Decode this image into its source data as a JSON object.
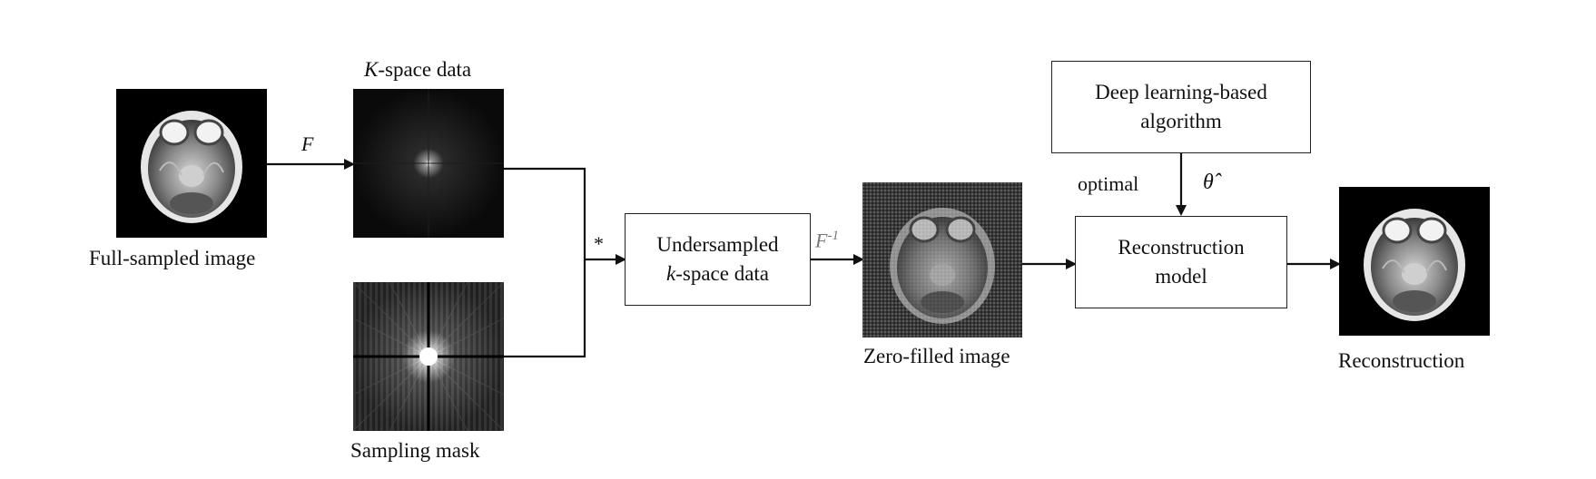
{
  "nodes": {
    "full_sampled": {
      "caption": "Full-sampled image"
    },
    "kspace": {
      "caption_symbol": "K",
      "caption_rest": "-space data"
    },
    "mask": {
      "caption": "Sampling mask"
    },
    "undersampled": {
      "line1": "Undersampled",
      "line2_symbol": "k",
      "line2_rest": "-space data"
    },
    "zero_filled": {
      "caption": "Zero-filled image"
    },
    "deep_learning": {
      "line1": "Deep learning-based",
      "line2": "algorithm"
    },
    "reconstruction_model": {
      "line1": "Reconstruction",
      "line2": "model"
    },
    "reconstruction": {
      "caption": "Reconstruction"
    }
  },
  "edge_labels": {
    "fourier": "F",
    "multiply": "*",
    "inverse_fourier": "F",
    "inverse_exponent": "-1",
    "optimal": "optimal",
    "theta_hat": "θ̂"
  },
  "colors": {
    "line": "#111111",
    "box_border": "#222222",
    "image_bg": "#000000"
  }
}
